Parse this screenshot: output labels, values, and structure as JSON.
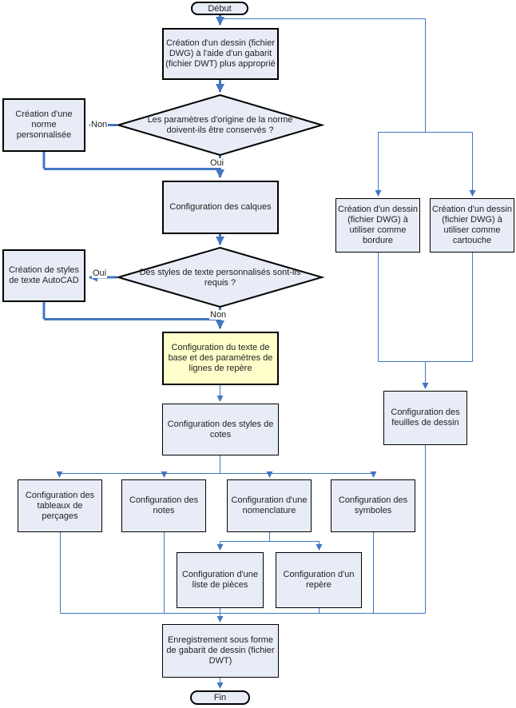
{
  "flowchart": {
    "start_label": "Début",
    "end_label": "Fin",
    "nodes": {
      "create_drawing": {
        "label": "Création d'un dessin (fichier DWG) à l'aide d'un gabarit (fichier DWT) plus approprié"
      },
      "decision_norme": {
        "label": "Les paramètres d'origine de la norme doivent-ils être conservés ?"
      },
      "create_norme": {
        "label": "Création d'une norme personnalisée"
      },
      "config_calques": {
        "label": "Configuration des calques"
      },
      "decision_styles_texte": {
        "label": "Des styles de texte personnalisés sont-ils requis ?"
      },
      "create_styles_autocad": {
        "label": "Création de styles de texte AutoCAD"
      },
      "config_texte_base": {
        "label": "Configuration du texte de base et des paramètres de lignes de repère"
      },
      "config_styles_cotes": {
        "label": "Configuration des styles de cotes"
      },
      "config_tableaux_percages": {
        "label": "Configuration des tableaux de perçages"
      },
      "config_notes": {
        "label": "Configuration des notes"
      },
      "config_nomenclature": {
        "label": "Configuration d'une nomenclature"
      },
      "config_symboles": {
        "label": "Configuration des symboles"
      },
      "config_liste_pieces": {
        "label": "Configuration d'une liste de pièces"
      },
      "config_repere": {
        "label": "Configuration d'un repère"
      },
      "create_bordure": {
        "label": "Création d'un dessin (fichier DWG) à utiliser comme bordure"
      },
      "create_cartouche": {
        "label": "Création d'un dessin (fichier DWG) à utiliser comme cartouche"
      },
      "config_feuilles": {
        "label": "Configuration des feuilles de dessin"
      },
      "enregistrement_gabarit": {
        "label": "Enregistrement sous forme de gabarit de dessin (fichier DWT)"
      }
    },
    "edge_labels": {
      "d1_no": "Non",
      "d1_yes": "Oui",
      "d2_yes": "Oui",
      "d2_no": "Non"
    },
    "colors": {
      "connector_blue": "#4276c3",
      "node_fill": "#e8ecf6",
      "highlight_fill": "#ffffcc",
      "shape_border": "#000000",
      "background": "#ffffff"
    }
  }
}
